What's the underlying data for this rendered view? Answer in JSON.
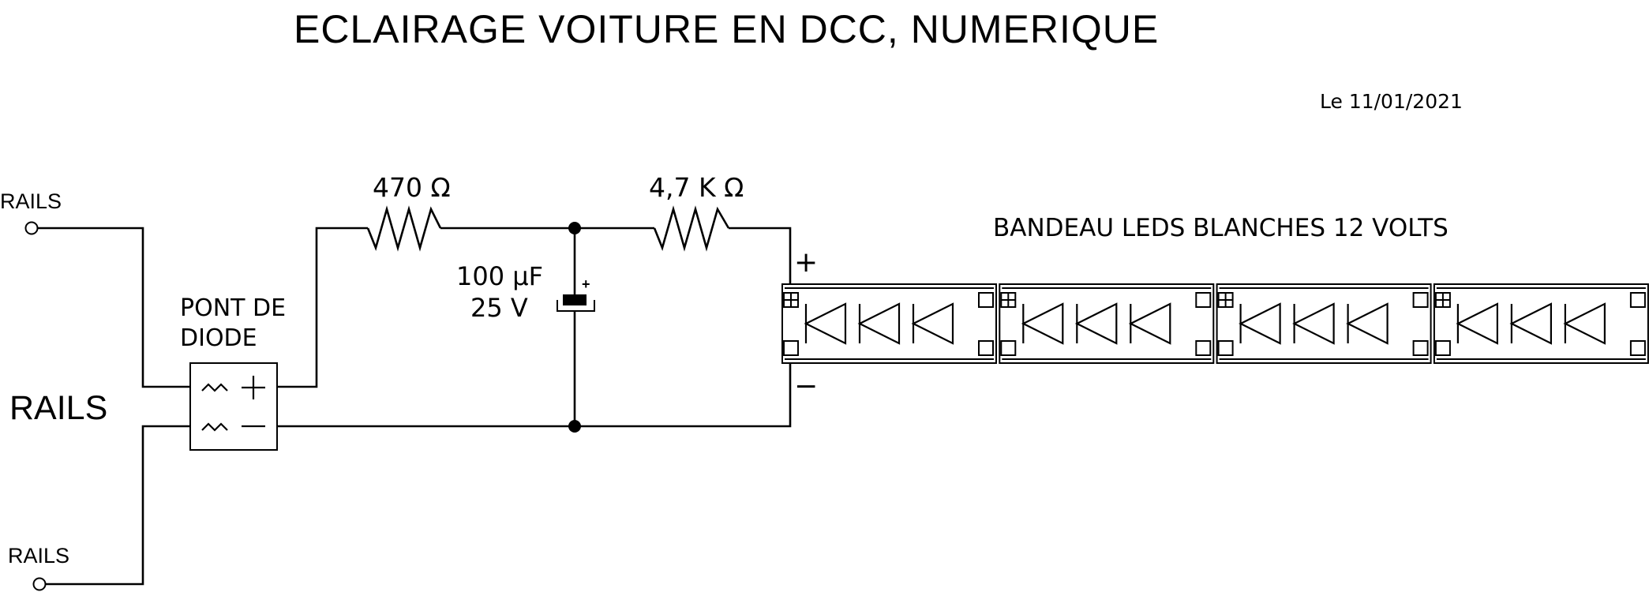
{
  "title": "ECLAIRAGE VOITURE EN DCC, NUMERIQUE",
  "date": "Le 11/01/2021",
  "rails": {
    "top_label": "RAILS",
    "middle_label": "RAILS",
    "bottom_label": "RAILS"
  },
  "bridge": {
    "label_line1": "PONT DE",
    "label_line2": "DIODE"
  },
  "resistor1": {
    "value": "470 Ω"
  },
  "capacitor": {
    "value_line1": "100 µF",
    "value_line2": "25 V",
    "polarity": "+"
  },
  "resistor2": {
    "value": "4,7 K Ω"
  },
  "led_strip": {
    "label": "BANDEAU LEDS BLANCHES  12 VOLTS",
    "plus": "+",
    "minus": "−",
    "segment_count": 4,
    "leds_per_segment": 3
  }
}
